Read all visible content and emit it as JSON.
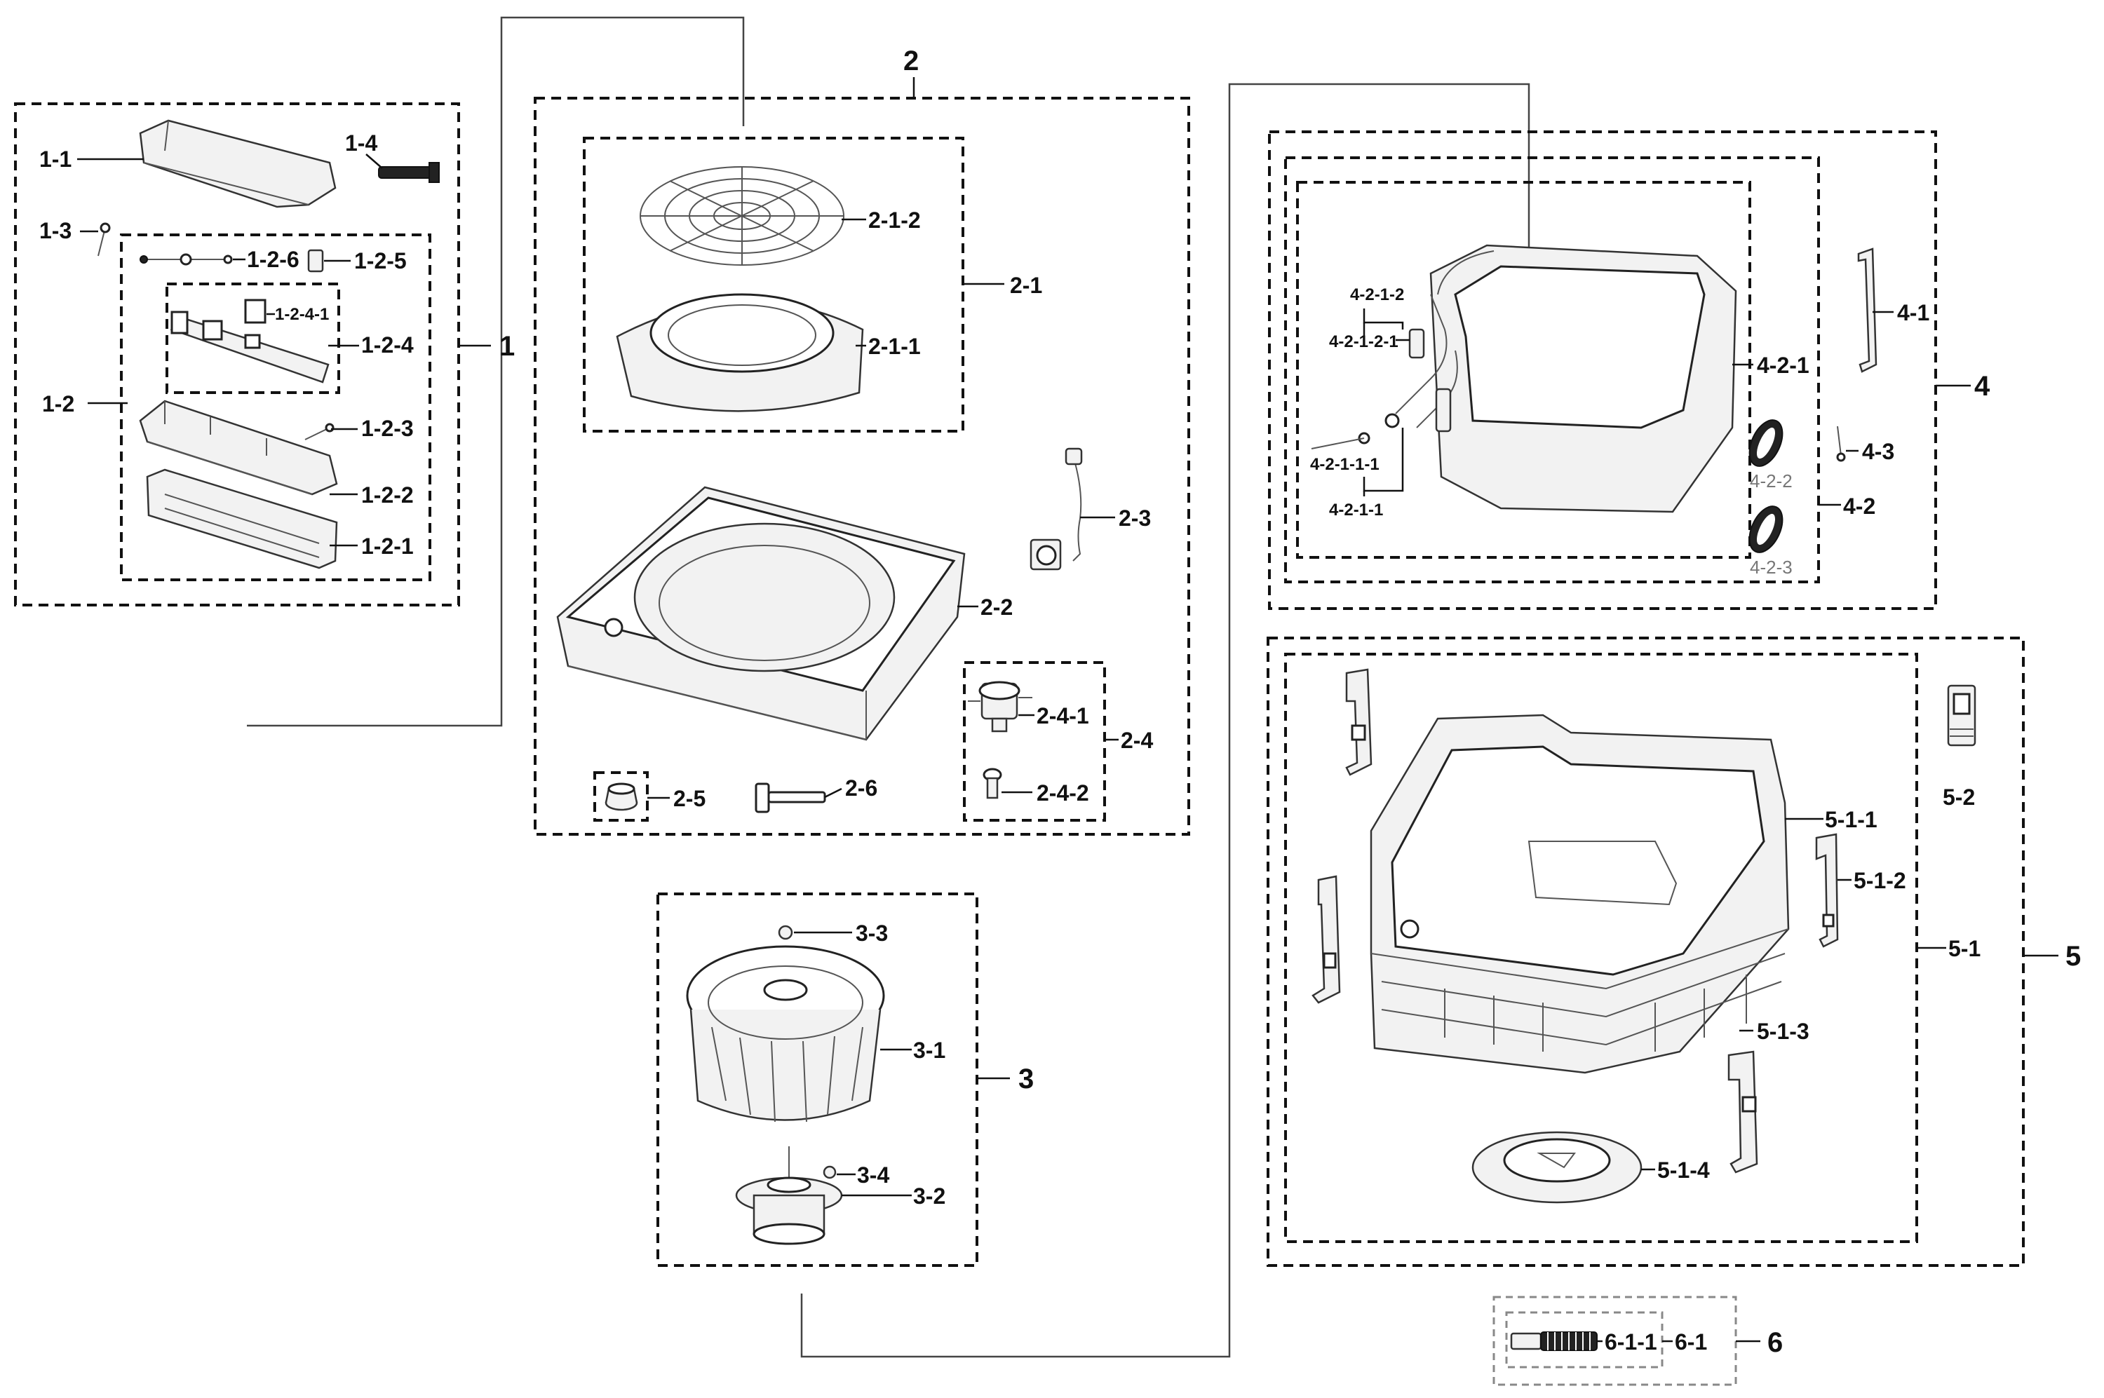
{
  "labels": {
    "g1": "1",
    "g1_1": "1-1",
    "g1_2": "1-2",
    "g1_3": "1-3",
    "g1_4": "1-4",
    "g1_2_1": "1-2-1",
    "g1_2_2": "1-2-2",
    "g1_2_3": "1-2-3",
    "g1_2_4": "1-2-4",
    "g1_2_4_1": "1-2-4-1",
    "g1_2_5": "1-2-5",
    "g1_2_6": "1-2-6",
    "g2": "2",
    "g2_1": "2-1",
    "g2_1_1": "2-1-1",
    "g2_1_2": "2-1-2",
    "g2_2": "2-2",
    "g2_3": "2-3",
    "g2_4": "2-4",
    "g2_4_1": "2-4-1",
    "g2_4_2": "2-4-2",
    "g2_5": "2-5",
    "g2_6": "2-6",
    "g3": "3",
    "g3_1": "3-1",
    "g3_2": "3-2",
    "g3_3": "3-3",
    "g3_4": "3-4",
    "g4": "4",
    "g4_1": "4-1",
    "g4_2": "4-2",
    "g4_3": "4-3",
    "g4_2_1": "4-2-1",
    "g4_2_2": "4-2-2",
    "g4_2_3": "4-2-3",
    "g4_2_1_1": "4-2-1-1",
    "g4_2_1_1_1": "4-2-1-1-1",
    "g4_2_1_2": "4-2-1-2",
    "g4_2_1_2_1": "4-2-1-2-1",
    "g5": "5",
    "g5_1": "5-1",
    "g5_2": "5-2",
    "g5_1_1": "5-1-1",
    "g5_1_2": "5-1-2",
    "g5_1_3": "5-1-3",
    "g5_1_4": "5-1-4",
    "g6": "6",
    "g6_1": "6-1",
    "g6_1_1": "6-1-1"
  }
}
